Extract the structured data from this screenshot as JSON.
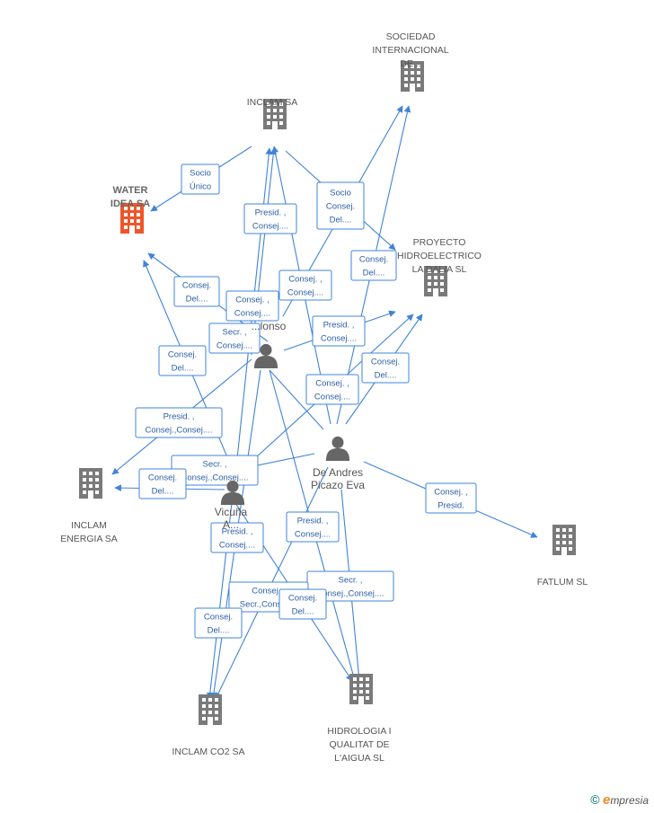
{
  "colors": {
    "edge": "#3f84d8",
    "company": "#7a7a7a",
    "highlight": "#f0552a",
    "person": "#666666"
  },
  "companies": [
    {
      "id": "water",
      "lines": [
        "WATER",
        "IDEA SA"
      ],
      "highlight": true
    },
    {
      "id": "inclam",
      "lines": [
        "INCLAM SA"
      ]
    },
    {
      "id": "sociedad",
      "lines": [
        "SOCIEDAD",
        "INTERNACIONAL",
        "DE..."
      ]
    },
    {
      "id": "proyecto",
      "lines": [
        "PROYECTO",
        "HIDROELECTRICO",
        "LA DALIA SL"
      ]
    },
    {
      "id": "energia",
      "lines": [
        "INCLAM",
        "ENERGIA SA"
      ]
    },
    {
      "id": "fatlum",
      "lines": [
        "FATLUM  SL"
      ]
    },
    {
      "id": "co2",
      "lines": [
        "INCLAM CO2 SA"
      ]
    },
    {
      "id": "hidrologia",
      "lines": [
        "HIDROLOGIA I",
        "QUALITAT DE",
        "L'AIGUA SL"
      ]
    }
  ],
  "persons": [
    {
      "id": "alonso",
      "lines": [
        "...lonso"
      ]
    },
    {
      "id": "deandres",
      "lines": [
        "De Andres",
        "Picazo Eva"
      ]
    },
    {
      "id": "vicuna",
      "lines": [
        "Vicuña",
        "A..."
      ]
    }
  ],
  "relations": [
    {
      "id": "r1",
      "lines": [
        "Socio",
        "Único"
      ]
    },
    {
      "id": "r2",
      "lines": [
        "Presid. ,",
        "Consej...."
      ]
    },
    {
      "id": "r3",
      "lines": [
        "Socio",
        "Consej.",
        "Del...."
      ]
    },
    {
      "id": "r4",
      "lines": [
        "Consej.",
        "Del...."
      ]
    },
    {
      "id": "r5",
      "lines": [
        "Consej.",
        "Del...."
      ]
    },
    {
      "id": "r6",
      "lines": [
        "Consej. ,",
        "Consej...."
      ]
    },
    {
      "id": "r7",
      "lines": [
        "Consej. ,",
        "Consej...."
      ]
    },
    {
      "id": "r8",
      "lines": [
        "Secr. ,",
        "Consej...."
      ]
    },
    {
      "id": "r9",
      "lines": [
        "Presid. ,",
        "Consej...."
      ]
    },
    {
      "id": "r10",
      "lines": [
        "Consej.",
        "Del...."
      ]
    },
    {
      "id": "r11",
      "lines": [
        "Consej.",
        "Del...."
      ]
    },
    {
      "id": "r12",
      "lines": [
        "Consej. ,",
        "Consej...."
      ]
    },
    {
      "id": "r13",
      "lines": [
        "Presid. ,",
        "Consej.,Consej...."
      ]
    },
    {
      "id": "r14",
      "lines": [
        "Secr. ,",
        "Consej.,Consej...."
      ]
    },
    {
      "id": "r15",
      "lines": [
        "Consej.",
        "Del...."
      ]
    },
    {
      "id": "r16",
      "lines": [
        "Consej. ,",
        "Presid."
      ]
    },
    {
      "id": "r17",
      "lines": [
        "Presid. ,",
        "Consej...."
      ]
    },
    {
      "id": "r18",
      "lines": [
        "Presid. ,",
        "Consej...."
      ]
    },
    {
      "id": "r19",
      "lines": [
        "Secr. ,",
        "Consej.,Consej...."
      ]
    },
    {
      "id": "r20",
      "lines": [
        "Consej. ,",
        "Secr.,Consej...."
      ]
    },
    {
      "id": "r21",
      "lines": [
        "Consej.",
        "Del...."
      ]
    },
    {
      "id": "r22",
      "lines": [
        "Consej.",
        "Del...."
      ]
    }
  ],
  "brand": {
    "symbol": "©",
    "initial": "e",
    "rest": "mpresia"
  }
}
